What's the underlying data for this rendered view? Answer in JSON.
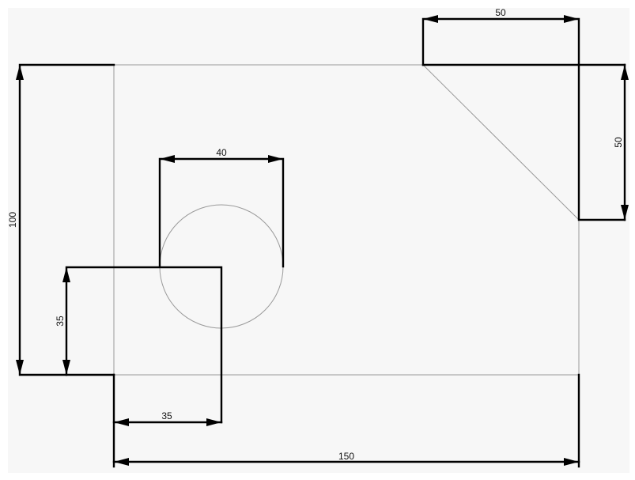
{
  "drawing": {
    "colors": {
      "paper": "#f7f7f7",
      "outline": "#9a9a9a",
      "dimension": "#000000"
    },
    "dimensions": {
      "total_width": "150",
      "total_height": "100",
      "chamfer_width": "50",
      "chamfer_height": "50",
      "hole_diameter": "40",
      "notch_width": "35",
      "notch_height": "35"
    }
  }
}
